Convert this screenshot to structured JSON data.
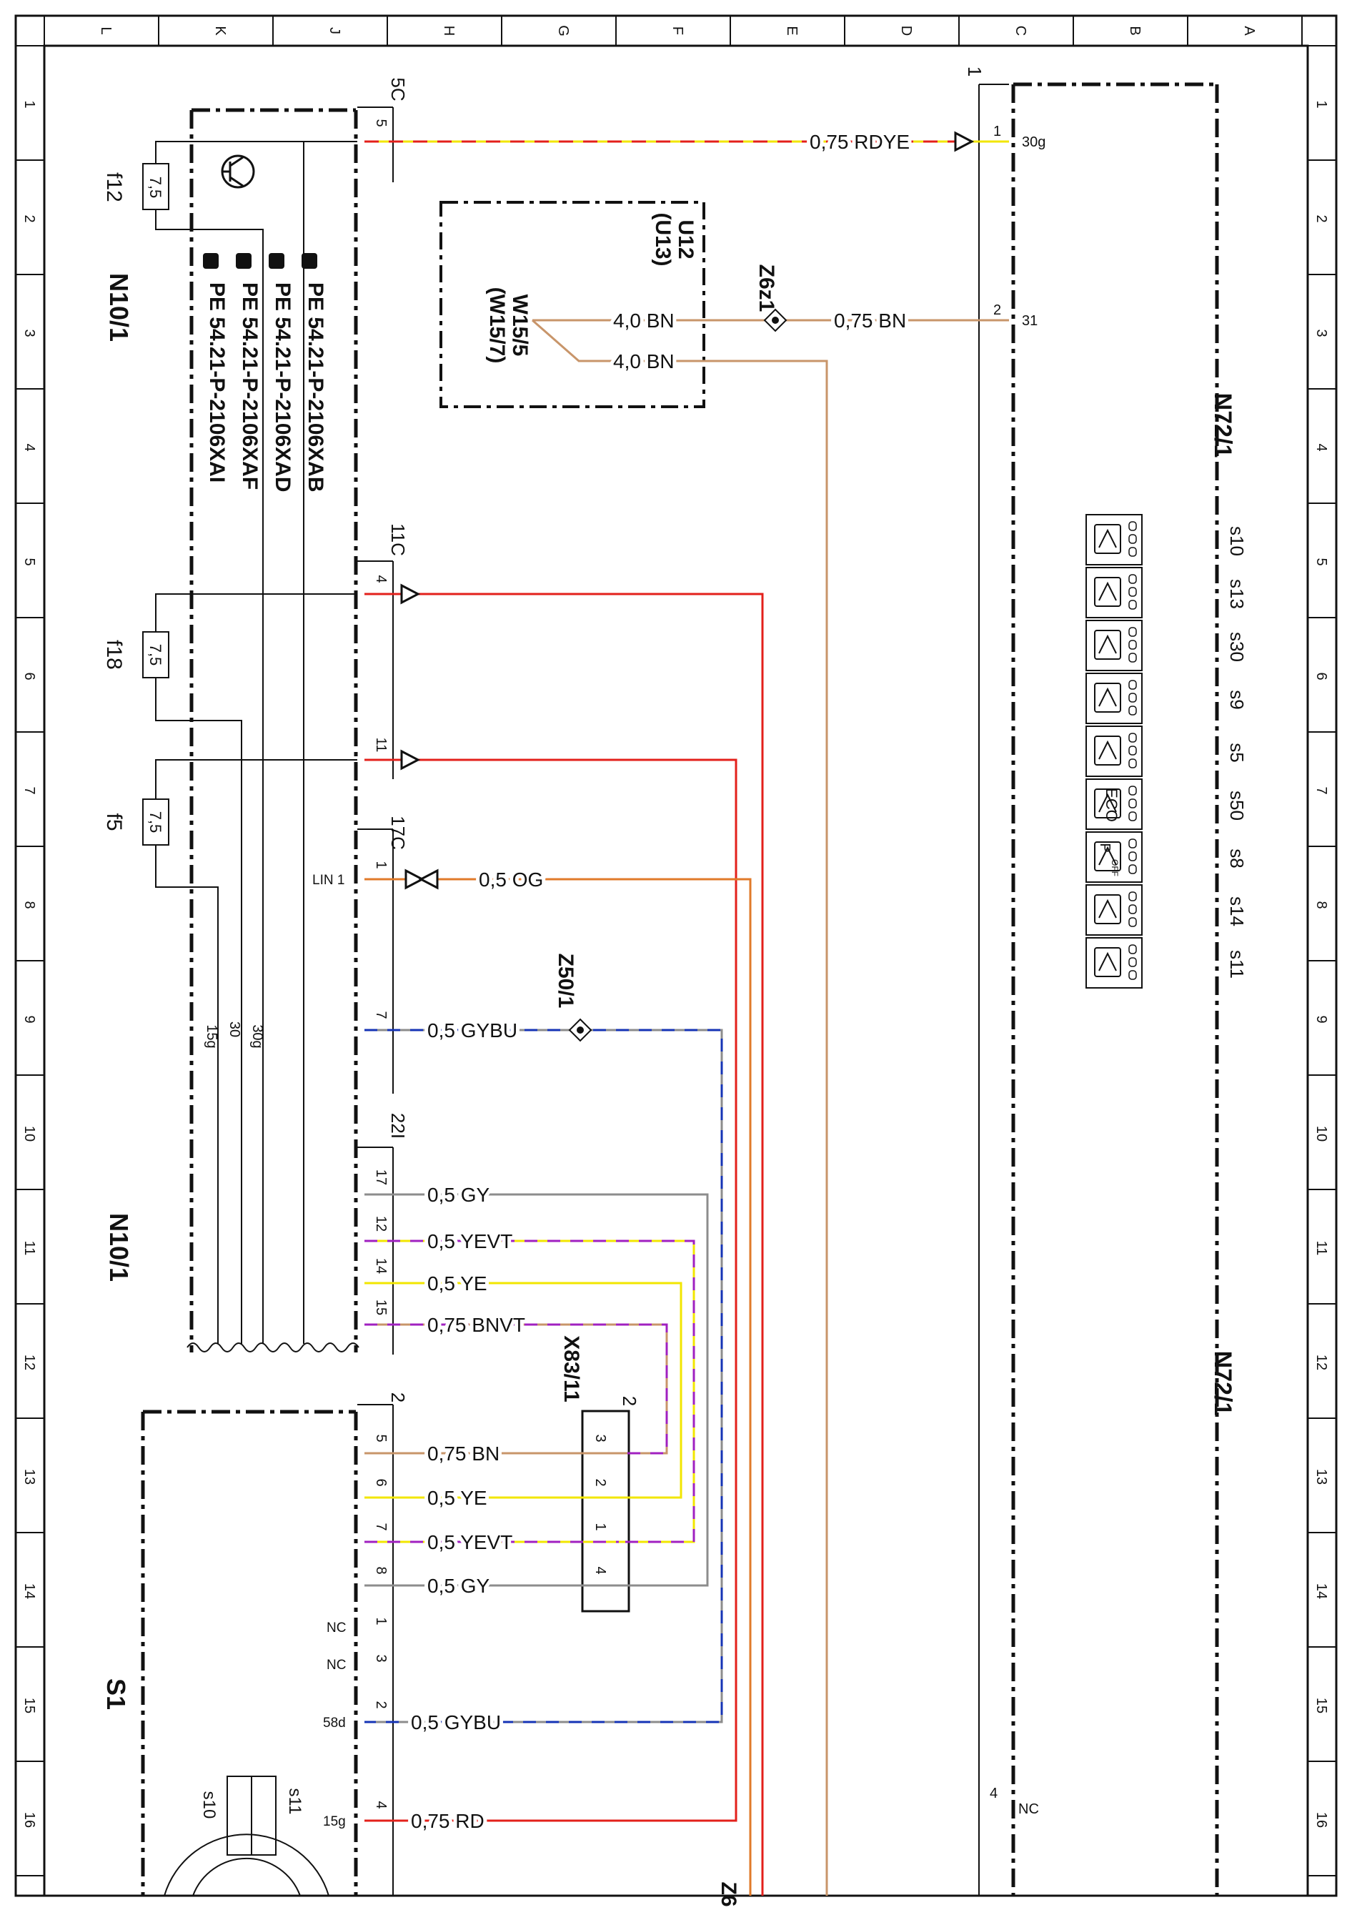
{
  "colors": {
    "frame": "#111111",
    "red": "#e3201b",
    "yellow": "#f2e600",
    "brown": "#c8956a",
    "blue": "#1533b5",
    "grey": "#8c8c8c",
    "violet": "#a020c0",
    "orange": "#e07a2a",
    "black": "#111111"
  },
  "sheet": {
    "top_columns": [
      "L",
      "K",
      "J",
      "H",
      "G",
      "F",
      "E",
      "D",
      "C",
      "B",
      "A"
    ],
    "rows": [
      "1",
      "2",
      "3",
      "4",
      "5",
      "6",
      "7",
      "8",
      "9",
      "10",
      "11",
      "12",
      "13",
      "14",
      "15",
      "16"
    ]
  },
  "components": {
    "n10_1_top": "N10/1",
    "n10_1_bottom": "N10/1",
    "n72_1_top": "N72/1",
    "n72_1_bottom": "N72/1",
    "u12": "U12",
    "u13": "(U13)",
    "w15_5": "W15/5",
    "w15_7": "(W15/7)",
    "z6z1": "Z6z1",
    "z50_1": "Z50/1",
    "x83_11": "X83/11",
    "s1": "S1",
    "z_cut": "Z6"
  },
  "fuses": [
    {
      "name": "f12",
      "value": "7,5"
    },
    {
      "name": "f18",
      "value": "7,5"
    },
    {
      "name": "f5",
      "value": "7,5"
    }
  ],
  "pe_refs": [
    "PE 54.21-P-2106XAB",
    "PE 54.21-P-2106XAD",
    "PE 54.21-P-2106XAF",
    "PE 54.21-P-2106XAI"
  ],
  "connectors": {
    "c5C": "5C",
    "c11C": "11C",
    "c17C": "17C",
    "c22I": "22I",
    "c2": "2",
    "c1": "1",
    "x83_num": "2"
  },
  "wires": [
    {
      "id": "w-rdye",
      "label": "0,75 RDYE",
      "pin": "5",
      "dest_pin": "1",
      "dest_label": "30g"
    },
    {
      "id": "w-bn-a",
      "label": "4,0 BN"
    },
    {
      "id": "w-bn-b",
      "label": "4,0 BN"
    },
    {
      "id": "w-bn-c",
      "label": "0,75 BN",
      "dest_pin": "2",
      "dest_label": "31"
    },
    {
      "id": "w-og",
      "label": "0,5 OG",
      "pin": "1",
      "pin_label": "LIN 1"
    },
    {
      "id": "w-gybu-a",
      "label": "0,5 GYBU",
      "pin": "7"
    },
    {
      "id": "w-gy-a",
      "label": "0,5 GY",
      "pin": "17"
    },
    {
      "id": "w-yevt-a",
      "label": "0,5 YEVT",
      "pin": "12"
    },
    {
      "id": "w-ye-a",
      "label": "0,5 YE",
      "pin": "14"
    },
    {
      "id": "w-bnvt",
      "label": "0,75 BNVT",
      "pin": "15"
    },
    {
      "id": "w-bn-d",
      "label": "0,75 BN",
      "pin": "5",
      "x83_pin": "3"
    },
    {
      "id": "w-ye-b",
      "label": "0,5 YE",
      "pin": "6",
      "x83_pin": "2"
    },
    {
      "id": "w-yevt-b",
      "label": "0,5 YEVT",
      "pin": "7",
      "x83_pin": "1"
    },
    {
      "id": "w-gy-b",
      "label": "0,5 GY",
      "pin": "8",
      "x83_pin": "4"
    },
    {
      "id": "w-gybu-b",
      "label": "0,5 GYBU",
      "pin": "2",
      "pin_label": "58d"
    },
    {
      "id": "w-rd",
      "label": "0,75 RD",
      "pin": "4",
      "pin_label": "15g"
    }
  ],
  "n10_pins": {
    "p4": "4",
    "p11": "11"
  },
  "s1_pins": {
    "nc1_pin": "1",
    "nc1": "NC",
    "nc3_pin": "3",
    "nc3": "NC"
  },
  "n72_pins": {
    "nc_pin": "4",
    "nc": "NC"
  },
  "supply_labels": [
    "15g",
    "30",
    "30g"
  ],
  "switch_labels": [
    "s10",
    "s13",
    "s30",
    "s9",
    "s5",
    "s50",
    "s8",
    "s14",
    "s11"
  ],
  "switch_icons": [
    "seat-heat-icon",
    "seat-vent-icon",
    "rear-heat-icon",
    "window-defrost-icon",
    "hazard-icon",
    "eco-icon",
    "park-assist-off-icon",
    "seat-vent-icon",
    "seat-heat-icon"
  ],
  "switch_texts": {
    "eco": "ECO",
    "park": "P",
    "off": "OFF"
  },
  "s1_switch_labels": {
    "s10": "s10",
    "s11": "s11"
  }
}
